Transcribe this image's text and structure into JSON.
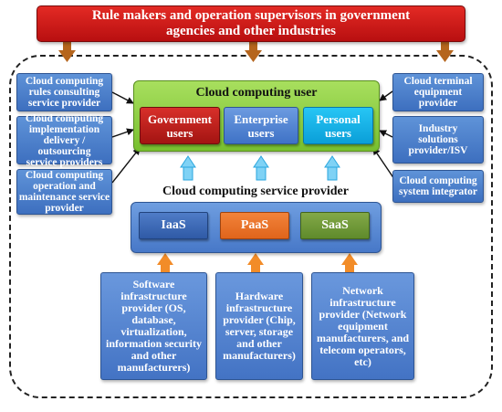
{
  "banner": {
    "line1": "Rule makers and operation supervisors in government",
    "line2": "agencies and other industries"
  },
  "left_boxes": [
    {
      "line1": "Cloud computing",
      "line2": "rules consulting",
      "line3": "service provider"
    },
    {
      "line1": "Cloud computing",
      "line2": "implementation",
      "line3": "delivery / outsourcing",
      "line4": "service providers"
    },
    {
      "line1": "Cloud computing",
      "line2": "operation and",
      "line3": "maintenance service",
      "line4": "provider"
    }
  ],
  "right_boxes": [
    {
      "line1": "Cloud terminal",
      "line2": "equipment",
      "line3": "provider"
    },
    {
      "line1": "Industry",
      "line2": "solutions",
      "line3": "provider/ISV"
    },
    {
      "line1": "Cloud computing",
      "line2": "system integrator"
    }
  ],
  "user": {
    "title": "Cloud computing user",
    "government": {
      "line1": "Government",
      "line2": "users"
    },
    "enterprise": {
      "line1": "Enterprise",
      "line2": "users"
    },
    "personal": {
      "line1": "Personal",
      "line2": "users"
    }
  },
  "provider": {
    "title": "Cloud computing service provider",
    "services": [
      "IaaS",
      "PaaS",
      "SaaS"
    ]
  },
  "infra": {
    "software": [
      "Software",
      "infrastructure",
      "provider (OS,",
      "database,",
      "virtualization,",
      "information security",
      "and other",
      "manufacturers)"
    ],
    "hardware": [
      "Hardware",
      "infrastructure",
      "provider (Chip,",
      "server, storage",
      "and other",
      "manufacturers)"
    ],
    "network": [
      "Network",
      "infrastructure",
      "provider (Network",
      "equipment",
      "manufacturers, and",
      "telecom operators,",
      "etc)"
    ]
  },
  "colors": {
    "banner_red": "#c8161b",
    "user_green": "#8fd048",
    "box_blue": "#4f80cc",
    "arrow_brown": "#b5651d",
    "arrow_orange": "#f28c28",
    "arrow_cyan": "#33b6f0"
  }
}
